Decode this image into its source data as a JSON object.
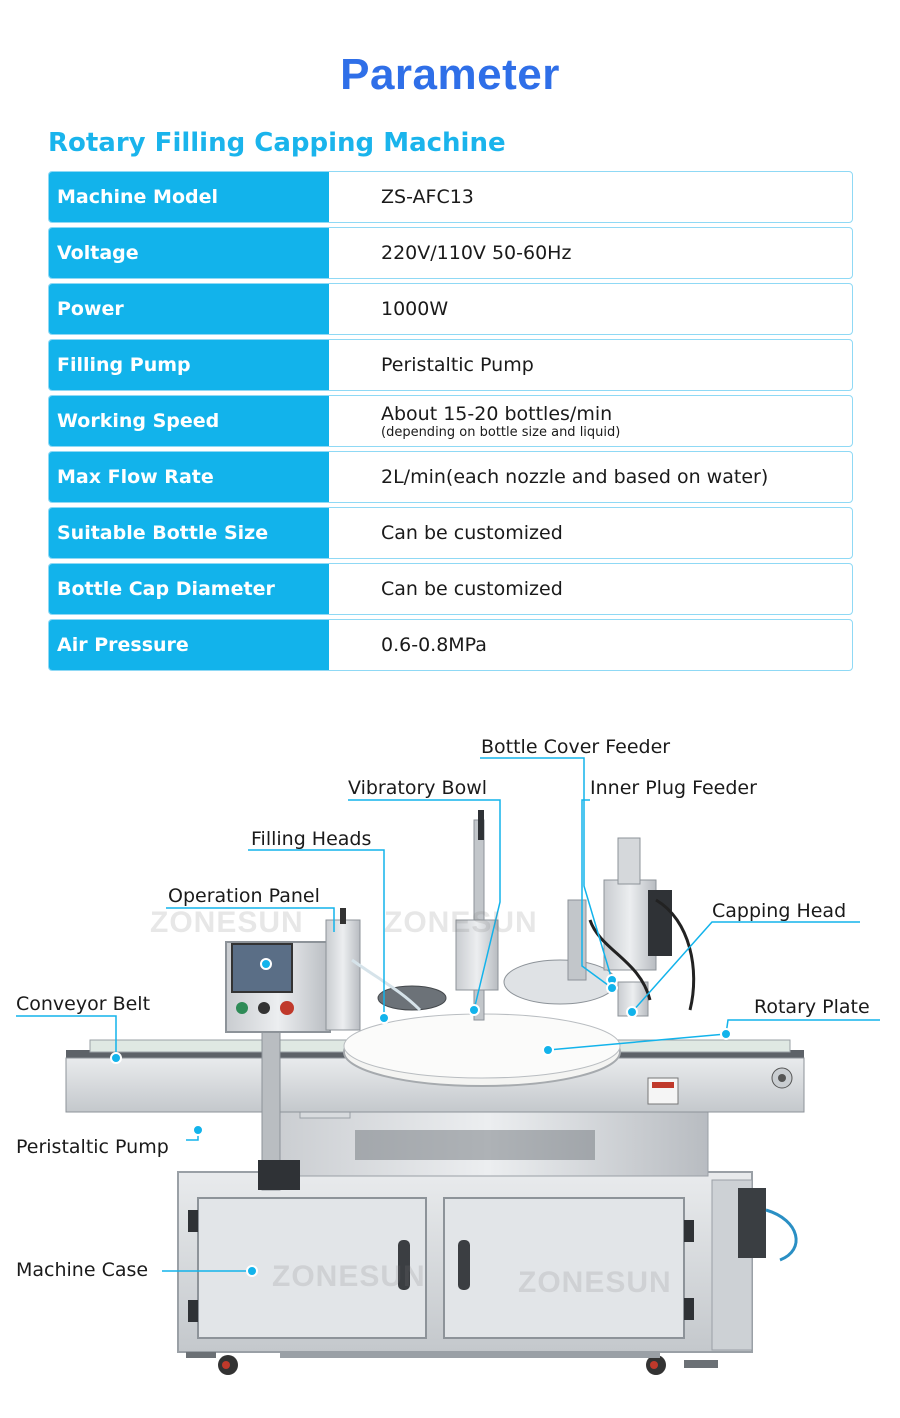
{
  "title": "Parameter",
  "subtitle": "Rotary Filling Capping Machine",
  "specs": [
    {
      "key": "Machine Model",
      "value": "ZS-AFC13",
      "note": ""
    },
    {
      "key": "Voltage",
      "value": "220V/110V 50-60Hz",
      "note": ""
    },
    {
      "key": "Power",
      "value": "1000W",
      "note": ""
    },
    {
      "key": "Filling Pump",
      "value": "Peristaltic Pump",
      "note": ""
    },
    {
      "key": "Working Speed",
      "value": "About 15-20 bottles/min",
      "note": "(depending on bottle size and liquid)"
    },
    {
      "key": "Max Flow Rate",
      "value": "2L/min(each nozzle and based on water)",
      "note": ""
    },
    {
      "key": "Suitable Bottle Size",
      "value": "Can be customized",
      "note": ""
    },
    {
      "key": "Bottle Cap Diameter",
      "value": "Can be customized",
      "note": ""
    },
    {
      "key": "Air Pressure",
      "value": "0.6-0.8MPa",
      "note": ""
    }
  ],
  "diagram": {
    "labels": {
      "bottle_cover_feeder": "Bottle Cover Feeder",
      "vibratory_bowl": "Vibratory Bowl",
      "inner_plug_feeder": "Inner Plug Feeder",
      "filling_heads": "Filling Heads",
      "operation_panel": "Operation Panel",
      "capping_head": "Capping Head",
      "conveyor_belt": "Conveyor Belt",
      "rotary_plate": "Rotary Plate",
      "peristaltic_pump": "Peristaltic Pump",
      "machine_case": "Machine Case"
    },
    "watermark": "ZONESUN",
    "accent_color": "#12b3eb"
  }
}
